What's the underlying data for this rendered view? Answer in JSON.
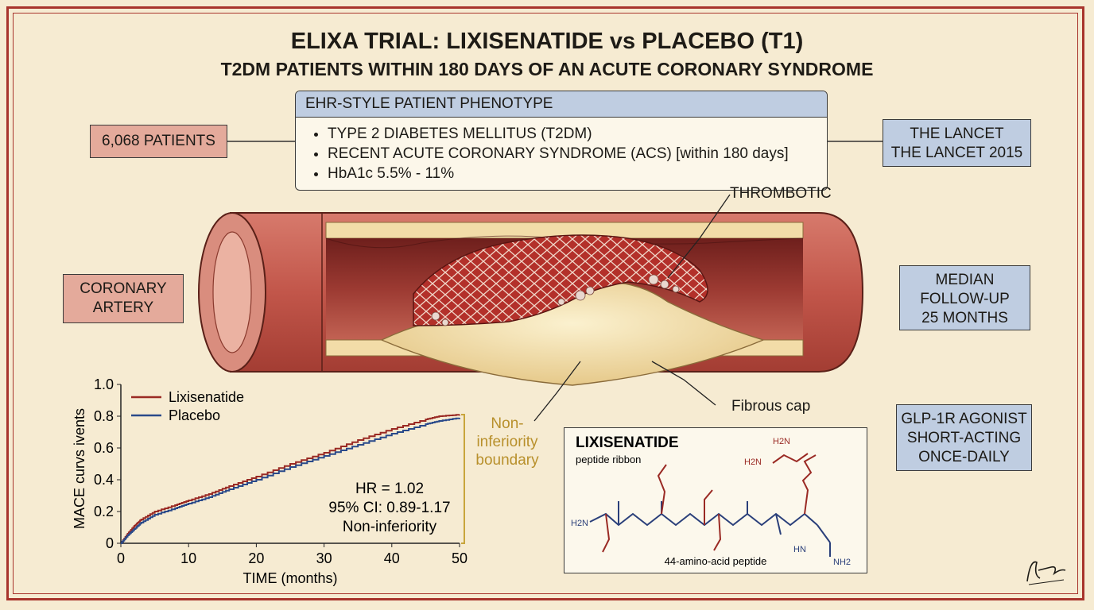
{
  "title": "ELIXA TRIAL: LIXISENATIDE vs PLACEBO (T1)",
  "subtitle": "T2DM PATIENTS WITHIN 180 DAYS OF AN ACUTE CORONARY SYNDROME",
  "patients_label": "6,068 PATIENTS",
  "phenotype": {
    "header": "EHR-STYLE PATIENT PHENOTYPE",
    "items": [
      "TYPE 2 DIABETES MELLITUS (T2DM)",
      "RECENT ACUTE CORONARY SYNDROME (ACS) [within 180 days]",
      "HbA1c 5.5% - 11%"
    ]
  },
  "publication": {
    "line1": "THE LANCET",
    "line2": "THE LANCET 2015"
  },
  "artery": {
    "side_label_1": "CORONARY",
    "side_label_2": "ARTERY",
    "thrombotic_label": "THROMBOTIC",
    "fibrous_cap_label": "Fibrous cap"
  },
  "follow_up": {
    "line1": "MEDIAN",
    "line2": "FOLLOW-UP",
    "line3": "25 MONTHS"
  },
  "drug_class": {
    "line1": "GLP-1R AGONIST",
    "line2": "SHORT-ACTING",
    "line3": "ONCE-DAILY"
  },
  "molecule": {
    "name": "LIXISENATIDE",
    "subtitle": "peptide ribbon",
    "caption": "44-amino-acid peptide",
    "atoms": {
      "h2n_left": "H2N",
      "h2n_top": "H2N",
      "h2n_top2": "H2N",
      "nh2": "NH2",
      "hn": "HN"
    }
  },
  "chart_data": {
    "type": "line",
    "xlabel": "TIME (months)",
    "ylabel": "MACE curvs ivents",
    "xlim": [
      0,
      50
    ],
    "ylim": [
      0,
      1.0
    ],
    "xticks": [
      "0",
      "10",
      "20",
      "30",
      "40",
      "50"
    ],
    "yticks": [
      "0",
      "0.2",
      "0.4",
      "0.6",
      "0.8",
      "1.0"
    ],
    "legend_position": "top-left",
    "series": [
      {
        "name": "Lixisenatide",
        "color": "#9a2a24",
        "x": [
          0,
          1,
          2,
          3,
          5,
          8,
          10,
          13,
          16,
          20,
          25,
          30,
          35,
          40,
          45,
          47,
          50
        ],
        "y": [
          0,
          0.06,
          0.11,
          0.15,
          0.2,
          0.24,
          0.27,
          0.31,
          0.36,
          0.42,
          0.5,
          0.57,
          0.65,
          0.72,
          0.78,
          0.8,
          0.81
        ]
      },
      {
        "name": "Placebo",
        "color": "#2a4a8a",
        "x": [
          0,
          1,
          2,
          3,
          5,
          8,
          10,
          13,
          16,
          20,
          25,
          30,
          35,
          40,
          45,
          47,
          50
        ],
        "y": [
          0,
          0.05,
          0.09,
          0.13,
          0.18,
          0.22,
          0.25,
          0.29,
          0.34,
          0.4,
          0.48,
          0.55,
          0.62,
          0.69,
          0.75,
          0.77,
          0.79
        ]
      }
    ],
    "annotations": {
      "boundary_line1": "Non-",
      "boundary_line2": "inferiority",
      "boundary_line3": "boundary",
      "hr": "HR = 1.02",
      "ci": "95% CI: 0.89-1.17",
      "result": "Non-inferiority"
    }
  },
  "signature": "F. Netter",
  "colors": {
    "border": "#a8342c",
    "red_box": "#e4aa9b",
    "blue_box": "#bfcde1",
    "boundary": "#c8a53c"
  }
}
